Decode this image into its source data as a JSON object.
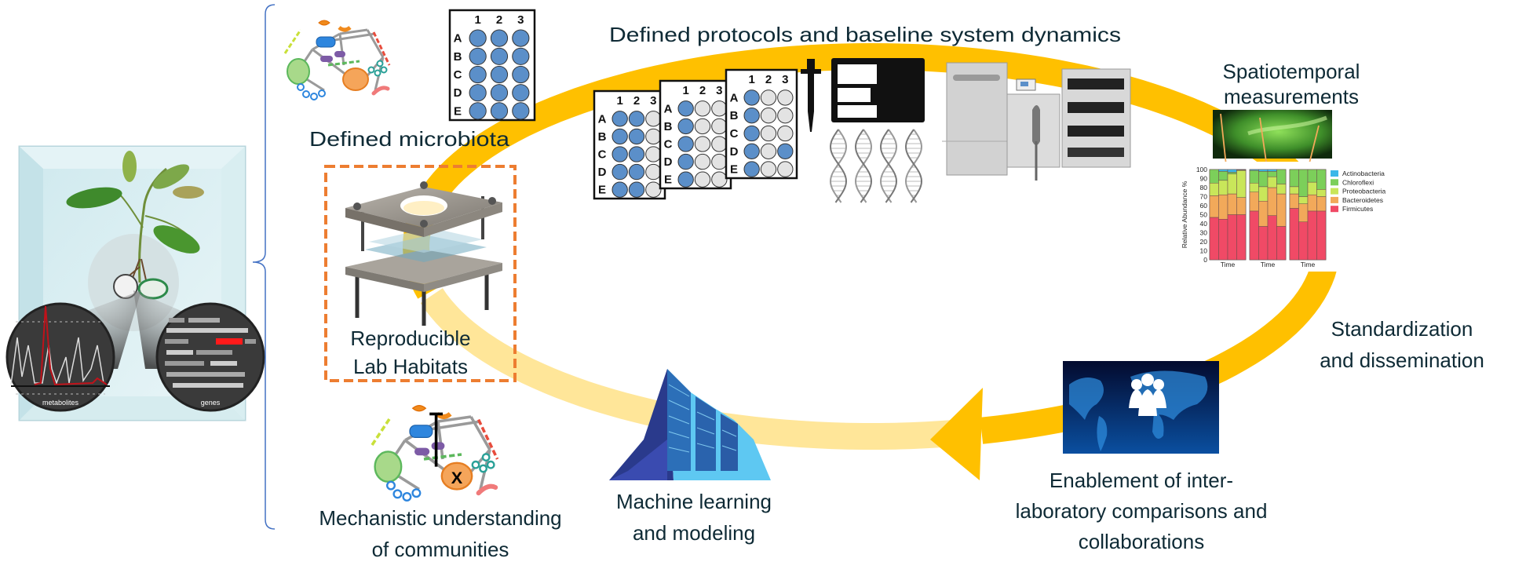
{
  "habitat": {
    "metabolites_label": "metabolites",
    "genes_label": "genes"
  },
  "labels": {
    "defined_microbiota": "Defined microbiota",
    "defined_protocols": "Defined protocols and baseline system dynamics",
    "spatiotemporal": [
      "Spatiotemporal",
      "measurements"
    ],
    "reproducible": [
      "Reproducible",
      "Lab Habitats"
    ],
    "standardization": [
      "Standardization",
      "and dissemination"
    ],
    "enablement": [
      "Enablement of inter-",
      "laboratory comparisons and",
      "collaborations"
    ],
    "machine_learning": [
      "Machine learning",
      "and modeling"
    ],
    "mechanistic": [
      "Mechanistic understanding",
      "of communities"
    ]
  },
  "network_knockout_mark": "X",
  "well_plate": {
    "columns": [
      "1",
      "2",
      "3"
    ],
    "rows": [
      "A",
      "B",
      "C",
      "D",
      "E"
    ]
  },
  "icons": [
    "plant-habitat-icon",
    "microbial-network-icon",
    "well-plate-icon",
    "pipette-icon",
    "dna-icon",
    "lab-instrument-icon",
    "fluorescence-image",
    "server-icon",
    "world-collaboration-icon",
    "lab-habitat-device-icon",
    "cycle-arrow"
  ],
  "colors": {
    "cycle": "#ffc000",
    "cycle_faded": "#ffe699",
    "dashed_box": "#ed7d31",
    "text": "#0e2a35",
    "well_filled": "#5b8fc9",
    "well_empty": "#e3e3e3",
    "brace": "#4472c4"
  },
  "chart_data": {
    "type": "bar",
    "stacked": true,
    "group_labels": [
      "Time",
      "Time",
      "Time"
    ],
    "bars_per_group": 4,
    "ylabel": "Relative Abundance %",
    "ylim": [
      0,
      100
    ],
    "yticks": [
      0,
      10,
      20,
      30,
      40,
      50,
      60,
      70,
      80,
      90,
      100
    ],
    "legend_position": "right",
    "series": [
      {
        "name": "Firmicutes",
        "color": "#f04a66",
        "values": [
          47,
          45,
          50,
          50,
          54,
          37,
          49,
          37,
          57,
          42,
          54,
          54
        ]
      },
      {
        "name": "Bacteroidetes",
        "color": "#f2a95a",
        "values": [
          24,
          27,
          23,
          19,
          21,
          28,
          31,
          36,
          16,
          20,
          18,
          16
        ]
      },
      {
        "name": "Proteobacteria",
        "color": "#c9e65a",
        "values": [
          14,
          16,
          22,
          30,
          10,
          16,
          12,
          11,
          8,
          8,
          14,
          8
        ]
      },
      {
        "name": "Chloroflexi",
        "color": "#7ccf5a",
        "values": [
          15,
          10,
          2,
          0.5,
          14,
          17,
          6,
          16,
          19,
          30,
          14,
          22
        ]
      },
      {
        "name": "Actinobacteria",
        "color": "#3bb7e8",
        "values": [
          0,
          2,
          3,
          0.5,
          1,
          2,
          2,
          0,
          0,
          0,
          0,
          0
        ]
      }
    ]
  }
}
